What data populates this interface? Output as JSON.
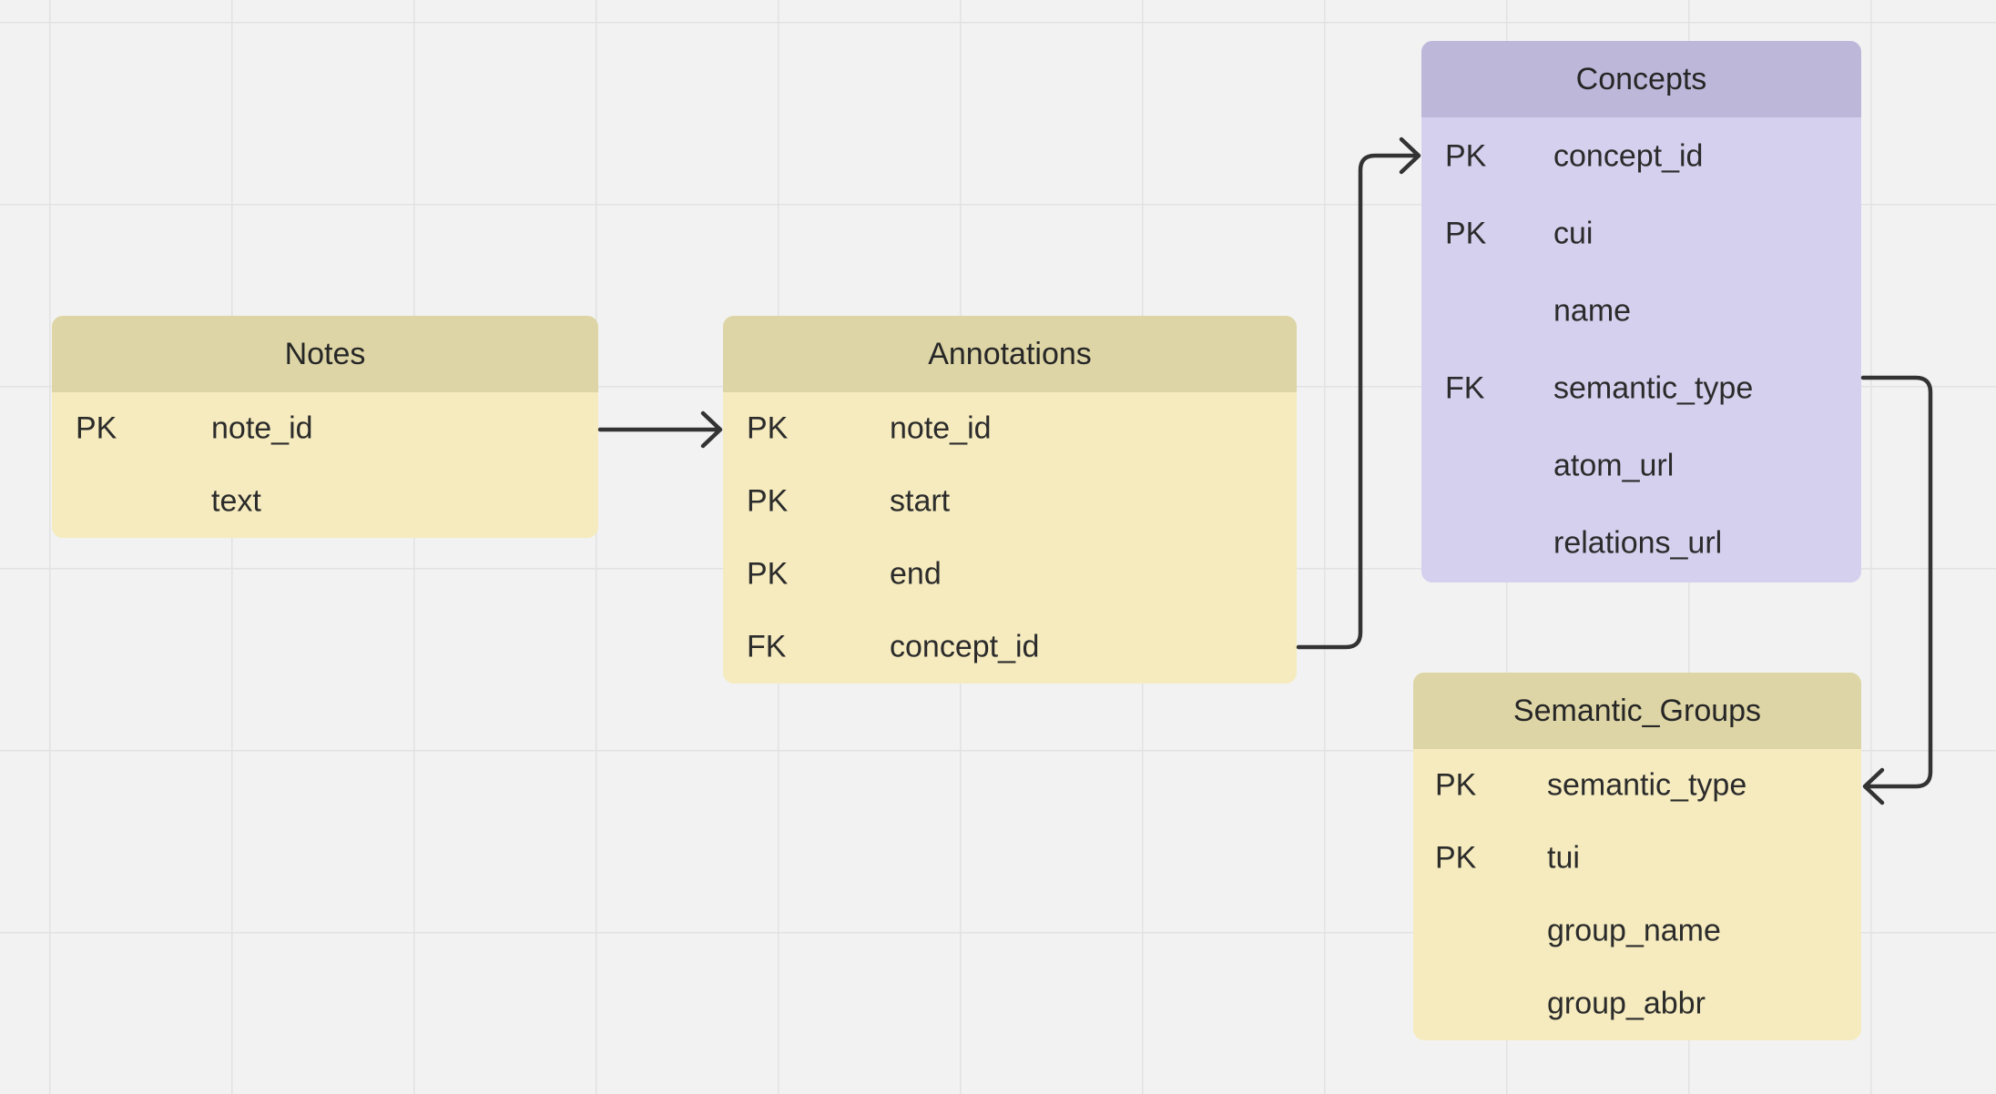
{
  "tables": {
    "notes": {
      "title": "Notes",
      "rows": [
        {
          "key": "PK",
          "field": "note_id"
        },
        {
          "key": "",
          "field": "text"
        }
      ]
    },
    "annotations": {
      "title": "Annotations",
      "rows": [
        {
          "key": "PK",
          "field": "note_id"
        },
        {
          "key": "PK",
          "field": "start"
        },
        {
          "key": "PK",
          "field": "end"
        },
        {
          "key": "FK",
          "field": "concept_id"
        }
      ]
    },
    "concepts": {
      "title": "Concepts",
      "rows": [
        {
          "key": "PK",
          "field": "concept_id"
        },
        {
          "key": "PK",
          "field": "cui"
        },
        {
          "key": "",
          "field": "name"
        },
        {
          "key": "FK",
          "field": "semantic_type"
        },
        {
          "key": "",
          "field": "atom_url"
        },
        {
          "key": "",
          "field": "relations_url"
        }
      ]
    },
    "semantic_groups": {
      "title": "Semantic_Groups",
      "rows": [
        {
          "key": "PK",
          "field": "semantic_type"
        },
        {
          "key": "PK",
          "field": "tui"
        },
        {
          "key": "",
          "field": "group_name"
        },
        {
          "key": "",
          "field": "group_abbr"
        }
      ]
    }
  },
  "relations": [
    {
      "from": "Notes.note_id",
      "to": "Annotations.note_id"
    },
    {
      "from": "Annotations.concept_id",
      "to": "Concepts.concept_id"
    },
    {
      "from": "Concepts.semantic_type",
      "to": "Semantic_Groups.semantic_type"
    }
  ],
  "colors": {
    "canvas": "#f2f2f2",
    "yellow_header": "#ddd5a6",
    "yellow_body": "#f5ebbe",
    "purple_header": "#bdb8da",
    "purple_body": "#d5d0ee",
    "connector": "#333333"
  }
}
